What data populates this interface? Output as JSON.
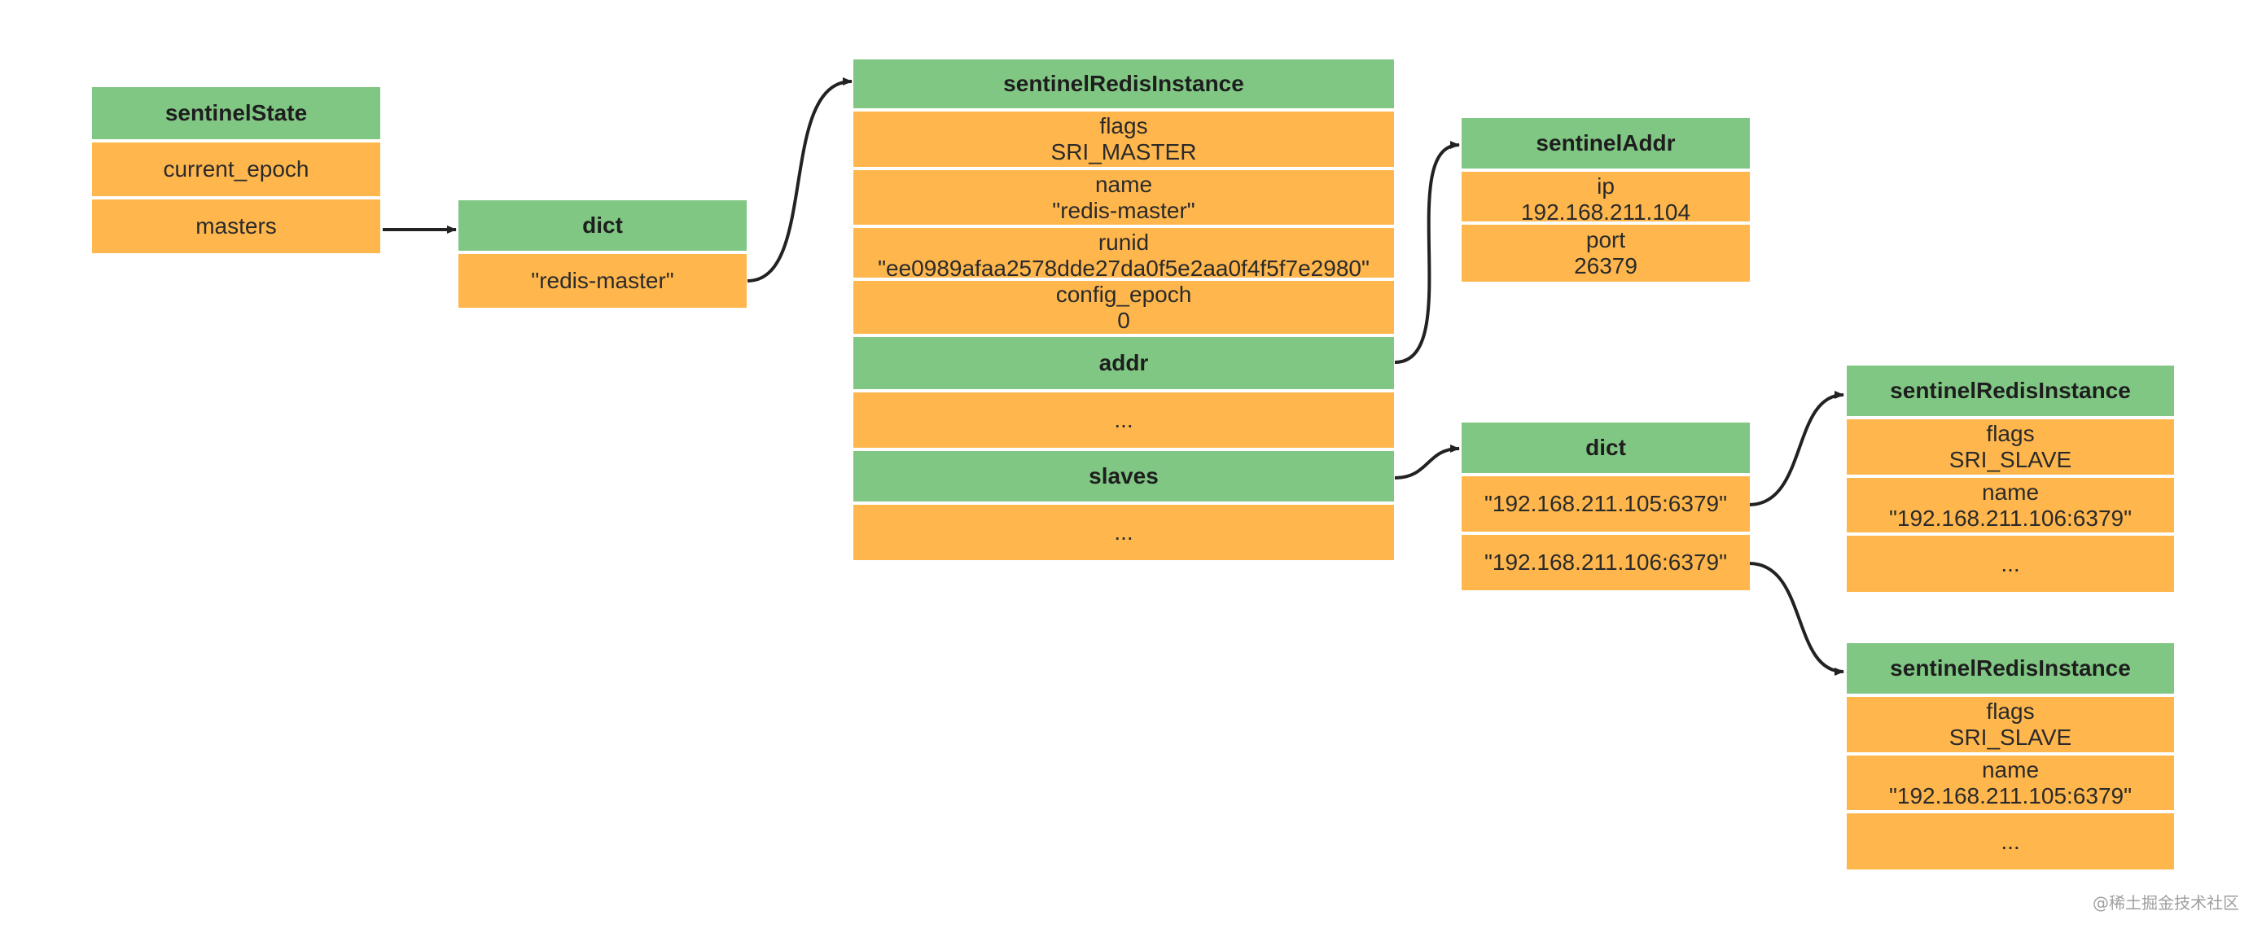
{
  "sentinel_state": {
    "title": "sentinelState",
    "fields": [
      "current_epoch",
      "masters"
    ]
  },
  "master_dict": {
    "title": "dict",
    "key": "\"redis-master\""
  },
  "master_instance": {
    "title": "sentinelRedisInstance",
    "flags_label": "flags",
    "flags_value": "SRI_MASTER",
    "name_label": "name",
    "name_value": "\"redis-master\"",
    "runid_label": "runid",
    "runid_value": "\"ee0989afaa2578dde27da0f5e2aa0f4f5f7e2980\"",
    "config_epoch_label": "config_epoch",
    "config_epoch_value": "0",
    "addr_label": "addr",
    "ellipsis_1": "...",
    "slaves_label": "slaves",
    "ellipsis_2": "..."
  },
  "sentinel_addr": {
    "title": "sentinelAddr",
    "ip_label": "ip",
    "ip_value": "192.168.211.104",
    "port_label": "port",
    "port_value": "26379"
  },
  "slaves_dict": {
    "title": "dict",
    "keys": [
      "\"192.168.211.105:6379\"",
      "\"192.168.211.106:6379\""
    ]
  },
  "slave_instance_1": {
    "title": "sentinelRedisInstance",
    "flags_label": "flags",
    "flags_value": "SRI_SLAVE",
    "name_label": "name",
    "name_value": "\"192.168.211.106:6379\"",
    "ellipsis": "..."
  },
  "slave_instance_2": {
    "title": "sentinelRedisInstance",
    "flags_label": "flags",
    "flags_value": "SRI_SLAVE",
    "name_label": "name",
    "name_value": "\"192.168.211.105:6379\"",
    "ellipsis": "..."
  },
  "watermark": "@稀土掘金技术社区",
  "colors": {
    "header": "#81c784",
    "field": "#ffb74d",
    "connector": "#222222"
  }
}
